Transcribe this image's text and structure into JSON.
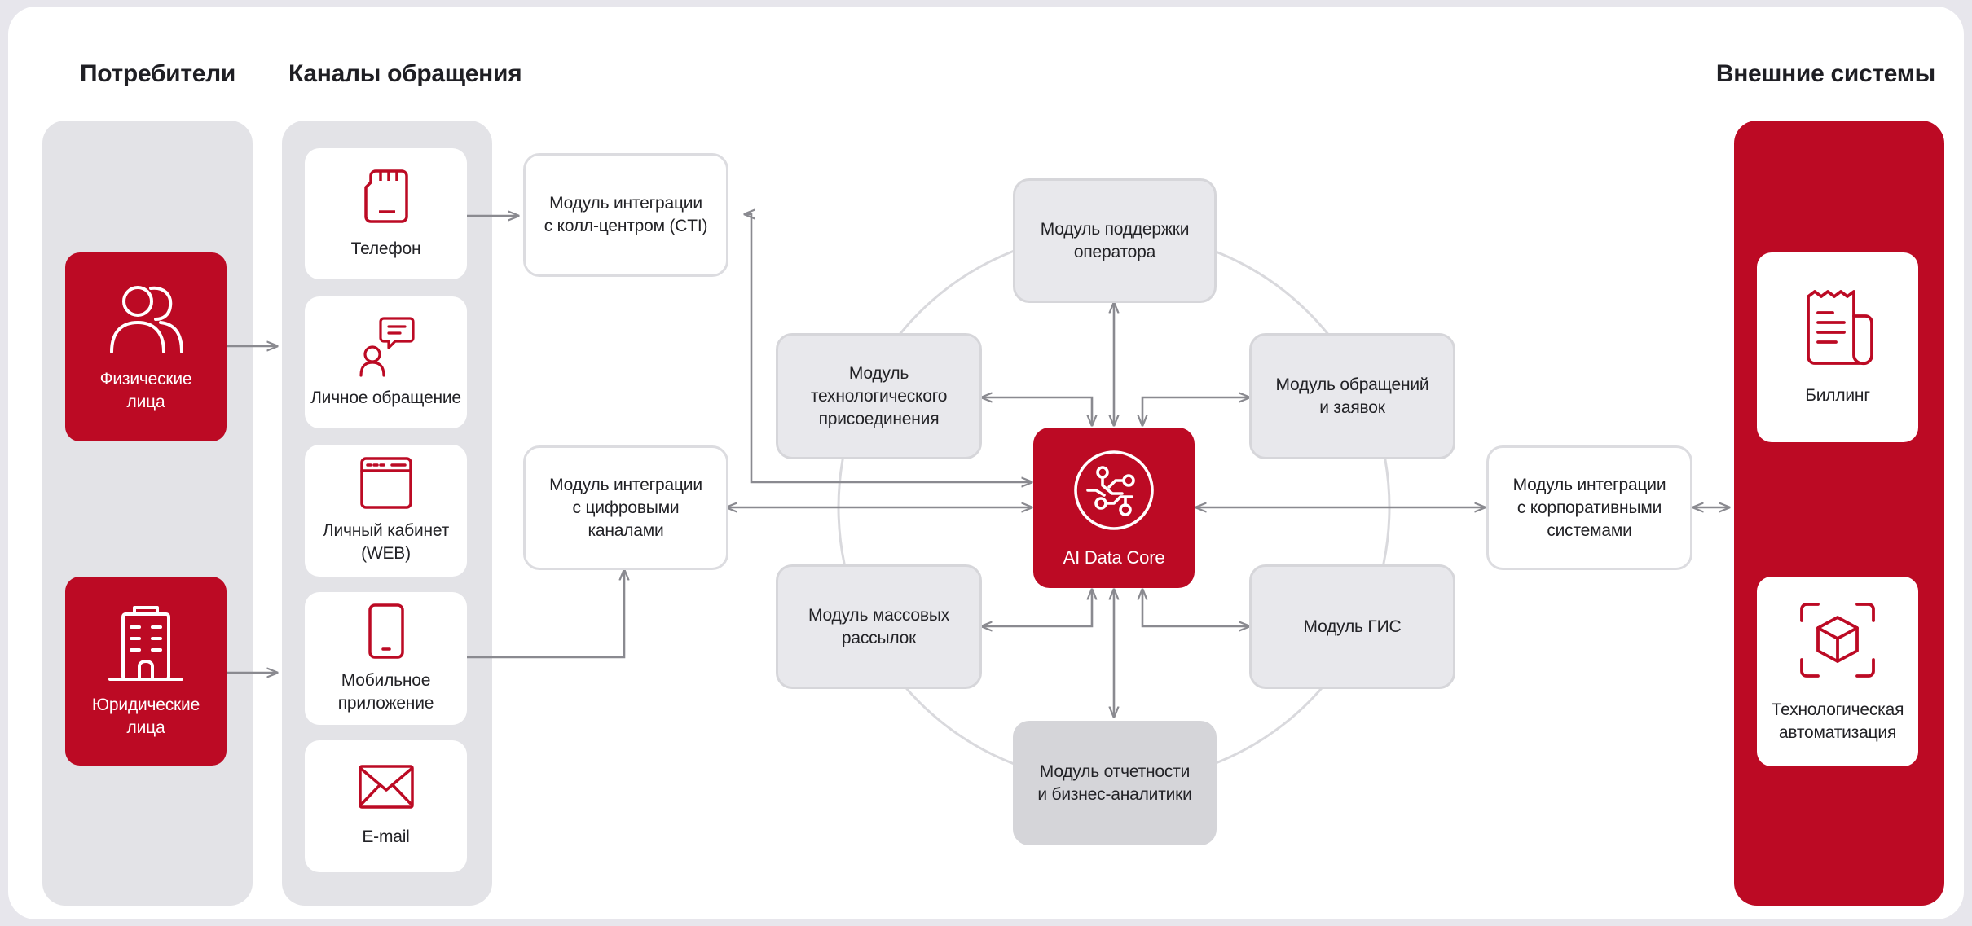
{
  "headers": {
    "consumers": "Потребители",
    "channels": "Каналы обращения",
    "external": "Внешние системы"
  },
  "consumers": [
    {
      "line1": "Физические",
      "line2": "лица",
      "icon": "users-icon"
    },
    {
      "line1": "Юридические",
      "line2": "лица",
      "icon": "office-building-icon"
    }
  ],
  "channels": [
    {
      "line1": "Телефон",
      "line2": "",
      "icon": "sim-card-icon"
    },
    {
      "line1": "Личное обращение",
      "line2": "",
      "icon": "person-chat-icon"
    },
    {
      "line1": "Личный кабинет",
      "line2": "(WEB)",
      "icon": "browser-window-icon"
    },
    {
      "line1": "Мобильное",
      "line2": "приложение",
      "icon": "smartphone-icon"
    },
    {
      "line1": "E-mail",
      "line2": "",
      "icon": "envelope-icon"
    }
  ],
  "core": {
    "label": "AI Data Core",
    "icon": "circuit-icon"
  },
  "modules": {
    "cti": {
      "line1": "Модуль интеграции",
      "line2": "с колл-центром (CTI)",
      "line3": ""
    },
    "digital": {
      "line1": "Модуль интеграции",
      "line2": "с цифровыми",
      "line3": "каналами"
    },
    "operator": {
      "line1": "Модуль поддержки",
      "line2": "оператора",
      "line3": ""
    },
    "tech_connection": {
      "line1": "Модуль",
      "line2": "технологического",
      "line3": "присоединения"
    },
    "requests": {
      "line1": "Модуль обращений",
      "line2": "и заявок",
      "line3": ""
    },
    "mailing": {
      "line1": "Модуль массовых",
      "line2": "рассылок",
      "line3": ""
    },
    "gis": {
      "line1": "Модуль ГИС",
      "line2": "",
      "line3": ""
    },
    "reporting": {
      "line1": "Модуль отчетности",
      "line2": "и бизнес-аналитики",
      "line3": ""
    },
    "corporate": {
      "line1": "Модуль интеграции",
      "line2": "с корпоративными",
      "line3": "системами"
    }
  },
  "external_systems": [
    {
      "line1": "Биллинг",
      "line2": "",
      "icon": "receipt-icon"
    },
    {
      "line1": "Технологическая",
      "line2": "автоматизация",
      "icon": "box-scan-icon"
    }
  ],
  "colors": {
    "brand_red": "#bc0a24",
    "panel_grey": "#e3e3e7",
    "module_fill": "#e8e8ec",
    "module_dark": "#d5d5d9",
    "connector": "#8a8a90",
    "orbit": "#d9d9dd"
  }
}
